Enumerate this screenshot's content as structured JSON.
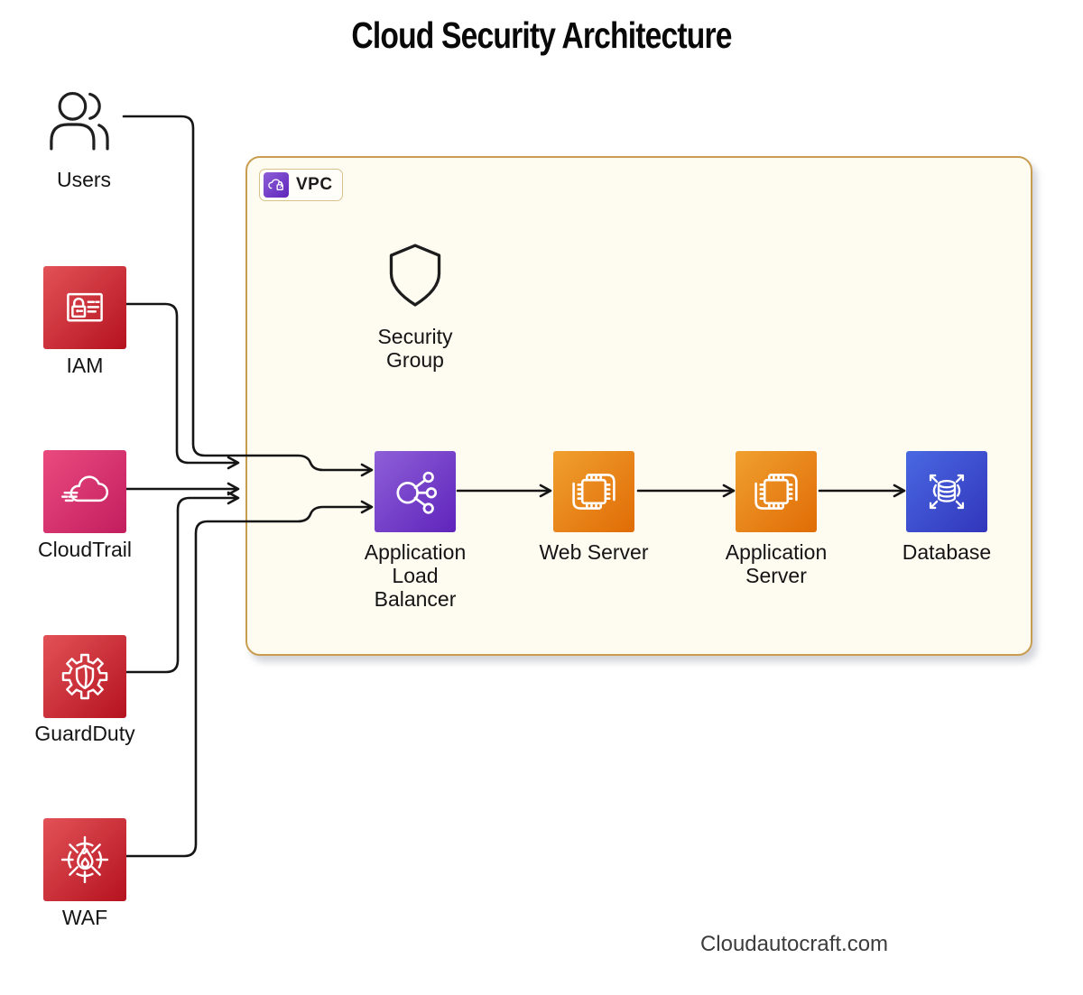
{
  "title": "Cloud Security Architecture",
  "footer": "Cloudautocraft.com",
  "colors": {
    "red_start": "#e25257",
    "red_end": "#b5121f",
    "pink_start": "#ea4a7e",
    "pink_end": "#c21e5f",
    "purple_start": "#8e5fd8",
    "purple_end": "#5f24bb",
    "orange_start": "#f0a030",
    "orange_end": "#e06c05",
    "blue_start": "#4a68e2",
    "blue_end": "#3136bb",
    "vpc_bg": "#fefbf0",
    "vpc_border": "#c99d50",
    "line": "#151515"
  },
  "nodes": {
    "users": {
      "label": "Users"
    },
    "iam": {
      "label": "IAM"
    },
    "cloudtrail": {
      "label": "CloudTrail"
    },
    "guardduty": {
      "label": "GuardDuty"
    },
    "waf": {
      "label": "WAF"
    },
    "vpc": {
      "label": "VPC"
    },
    "security_group": {
      "label": "Security Group"
    },
    "alb": {
      "label": "Application Load Balancer"
    },
    "web_server": {
      "label": "Web Server"
    },
    "app_server": {
      "label": "Application Server"
    },
    "database": {
      "label": "Database"
    }
  },
  "edges": [
    {
      "from": "users",
      "to": "alb"
    },
    {
      "from": "iam",
      "to": "alb"
    },
    {
      "from": "cloudtrail",
      "to": "alb"
    },
    {
      "from": "guardduty",
      "to": "alb"
    },
    {
      "from": "waf",
      "to": "alb"
    },
    {
      "from": "alb",
      "to": "web_server"
    },
    {
      "from": "web_server",
      "to": "app_server"
    },
    {
      "from": "app_server",
      "to": "database"
    }
  ]
}
